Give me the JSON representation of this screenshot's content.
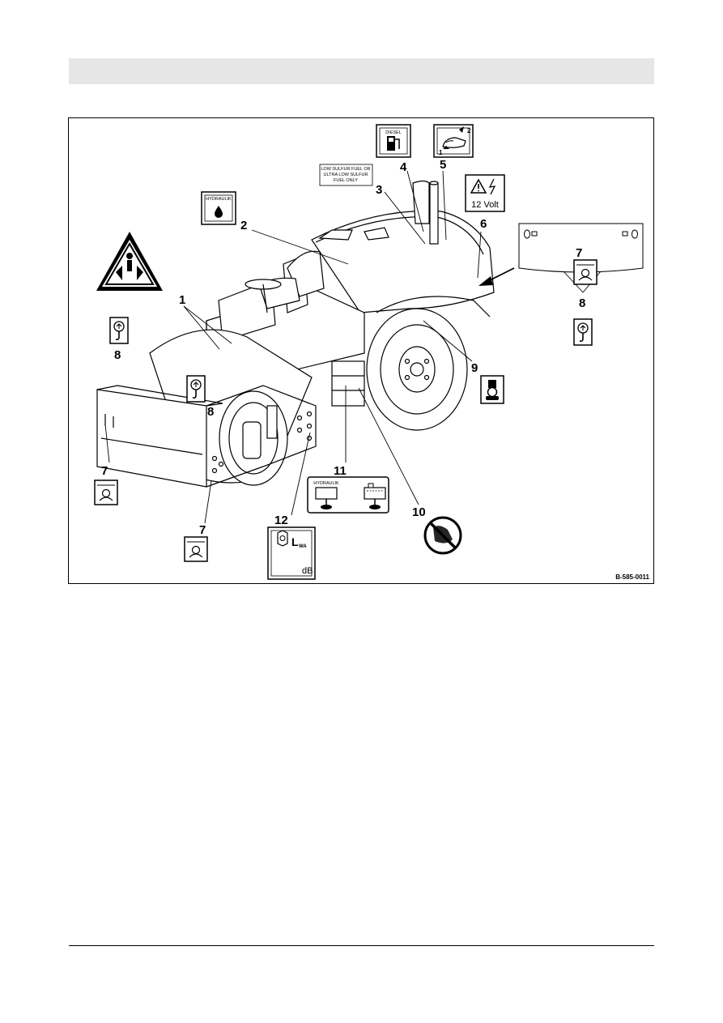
{
  "page": {
    "header_text": ""
  },
  "figure": {
    "reference_code": "B-585-0011",
    "callouts": {
      "c1": "1",
      "c2": "2",
      "c3": "3",
      "c4": "4",
      "c5": "5",
      "c6": "6",
      "c7_top": "7",
      "c7_left": "7",
      "c7_bottom": "7",
      "c8_left": "8",
      "c8_drum": "8",
      "c8_detail": "8",
      "c9": "9",
      "c10": "10",
      "c11": "11",
      "c12": "12"
    },
    "labels": {
      "diesel": "DIESEL",
      "fuel_l1": "LOW SULFUR FUEL OR",
      "fuel_l2": "ULTRA LOW SULFUR",
      "fuel_l3": "FUEL ONLY",
      "hydraulik_oil": "HYDRAULIK",
      "volt": "12 Volt",
      "hydraulik_level": "HYDRAULIK",
      "lwa": "L",
      "lwa_sub": "WA",
      "db": "dB",
      "two": "2",
      "one": "1"
    }
  }
}
